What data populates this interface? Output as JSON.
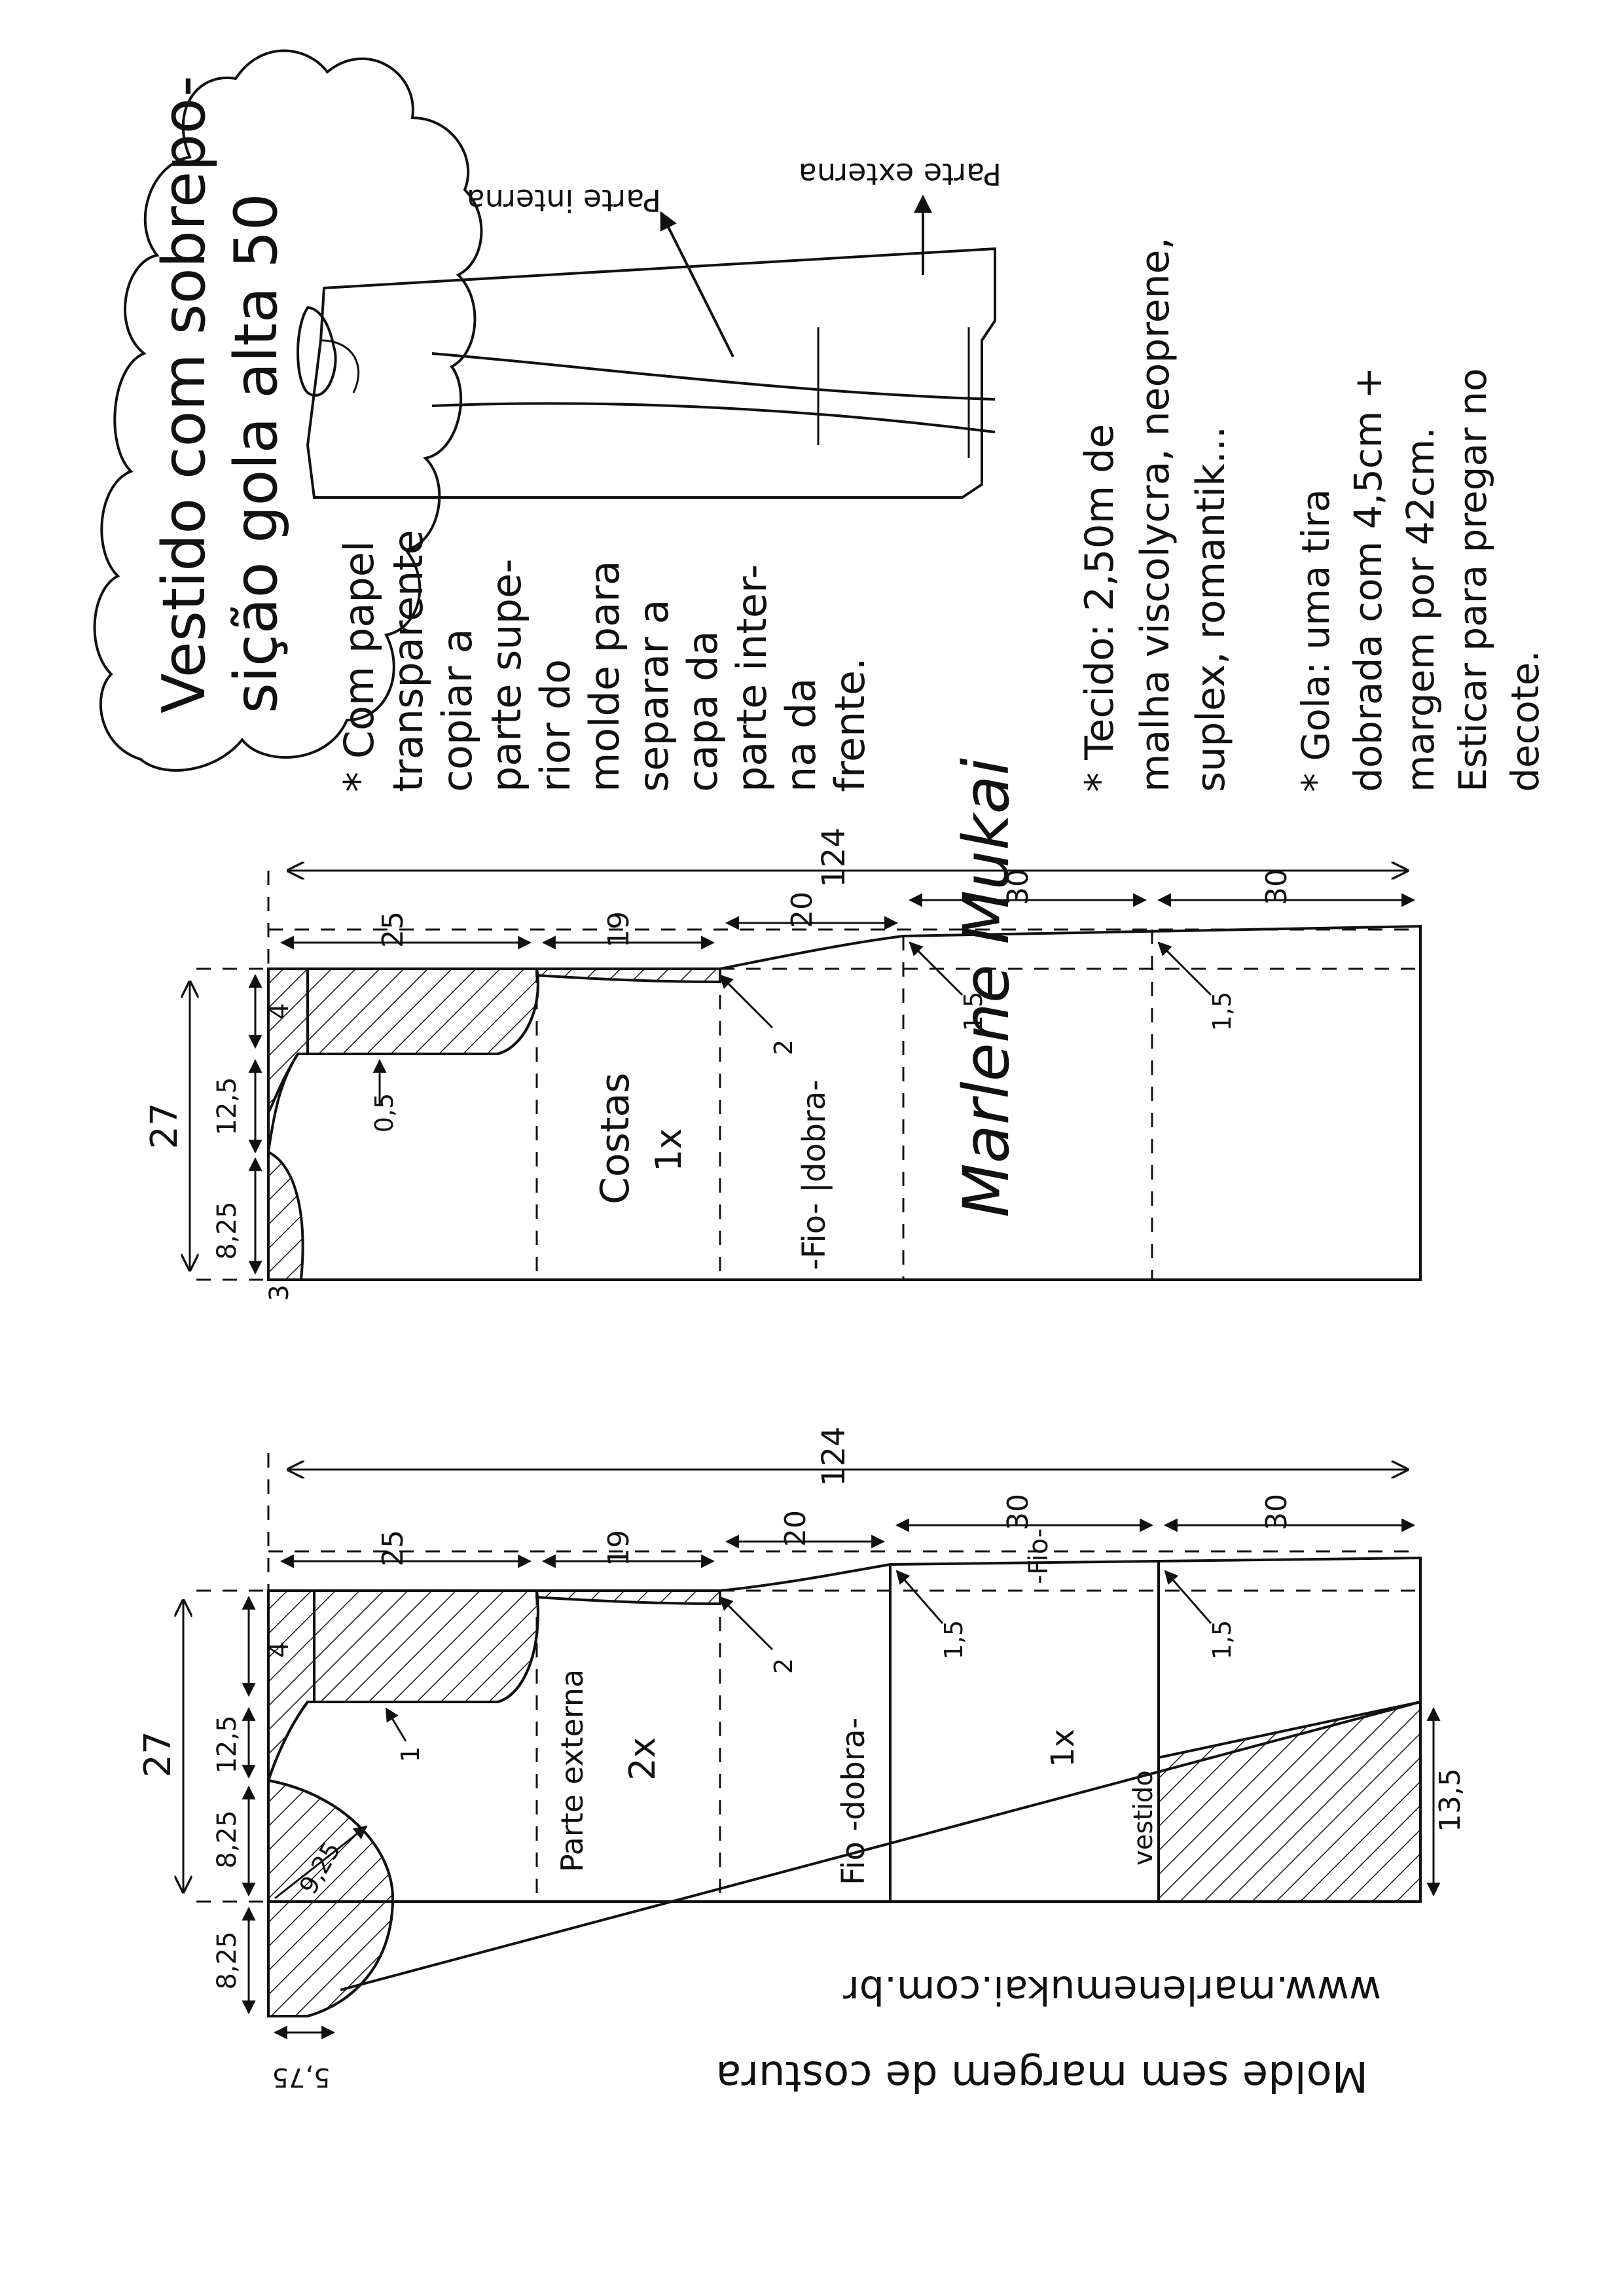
{
  "title_box": {
    "line1": "Vestido com sobrepo-",
    "line2": "sição gola alta 50"
  },
  "sketch": {
    "label_inner": "Parte interna",
    "label_outer": "Parte externa"
  },
  "notes": {
    "copy_note": [
      "* Com papel",
      "transparente",
      "copiar a",
      "parte supe-",
      "rior do",
      "molde para",
      "separar a",
      "capa da",
      "parte inter-",
      "na da",
      "frente."
    ],
    "fabric_note": [
      "* Tecido: 2,50m de",
      "malha viscolycra, neoprene,",
      "suplex, romantik..."
    ],
    "collar_note": [
      "* Gola: uma tira",
      "dobrada com 4,5cm +",
      "margem por 42cm.",
      "Esticar para pregar no",
      "decote."
    ]
  },
  "back_piece": {
    "name": "Costas",
    "qty": "1x",
    "grain_fold": "-Fio- |dobra-",
    "total_length": "124",
    "segments": [
      "25",
      "19",
      "20",
      "30",
      "30"
    ],
    "width": "27",
    "width_parts": [
      "8,25",
      "12,5",
      "4",
      "3"
    ],
    "drops": [
      "0,5",
      "2",
      "1,5",
      "1,5"
    ]
  },
  "front_piece": {
    "name": "Parte externa",
    "qty": "2x",
    "dress_label": "vestido",
    "dress_qty": "1x",
    "grain_fold": "Fio -dobra-",
    "side_grain": "-Fio-",
    "total_length": "124",
    "segments": [
      "25",
      "19",
      "20",
      "30",
      "30"
    ],
    "width": "27",
    "width_parts": [
      "8,25",
      "8,25",
      "12,5",
      "4"
    ],
    "drops": [
      "1",
      "2",
      "1,5",
      "1,5"
    ],
    "neck_radius": "9,25",
    "hem_offset": "13,5",
    "left_offset": "5,75"
  },
  "signature": "Marlene Mukai",
  "website": "www.marlenemukai.com.br",
  "footer_note": "Molde sem margem de costura"
}
